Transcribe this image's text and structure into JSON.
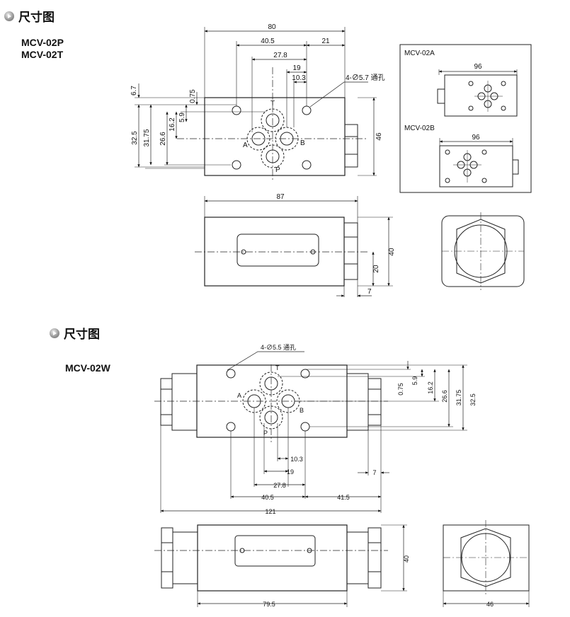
{
  "sections": [
    {
      "title": "尺寸图",
      "models": [
        "MCV-02P",
        "MCV-02T"
      ]
    },
    {
      "title": "尺寸图",
      "models": [
        "MCV-02W"
      ]
    }
  ],
  "top": {
    "dims_top": [
      "80",
      "40.5",
      "21",
      "27.8",
      "19",
      "10.3"
    ],
    "hole_note": "4-∅5.7 通孔",
    "dims_left": [
      "6.7",
      "0.75",
      "5.9",
      "16.2",
      "26.6",
      "31.75",
      "32.5"
    ],
    "dim_right": "46",
    "ports": {
      "t": "T",
      "a": "A",
      "b": "B",
      "p": "P"
    },
    "side_dims": {
      "width": "87",
      "height": "40",
      "mid": "20",
      "offset": "7"
    },
    "inset": {
      "a_label": "MCV-02A",
      "a_dim": "96",
      "b_label": "MCV-02B",
      "b_dim": "96"
    }
  },
  "bottom": {
    "hole_note": "4-∅5.5 通孔",
    "dims_right": [
      "0.75",
      "5.9",
      "16.2",
      "26.6",
      "31.75",
      "32.5"
    ],
    "dims_below": [
      "10.3",
      "19",
      "27.8",
      "40.5",
      "41.5",
      "121",
      "7"
    ],
    "ports": {
      "t": "T",
      "a": "A",
      "b": "B",
      "p": "P"
    },
    "side_dims": {
      "width": "79.5",
      "height": "40",
      "end_width": "46"
    }
  }
}
